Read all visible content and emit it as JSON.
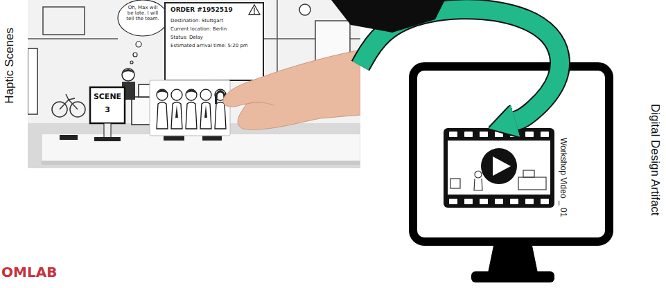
{
  "diagram": {
    "nodes": [
      {
        "text": [
          "Haptic Scenes"
        ]
      },
      {
        "text": [
          "Digital Design Artifact"
        ]
      },
      {
        "text": [
          "Workshop Video _ 01"
        ],
        "in": 1
      }
    ],
    "edges": [
      {
        "from": 0,
        "to": 2,
        "arrow": "to"
      }
    ],
    "labels": [
      "Oh, Max will be late. I will tell the team.",
      "SCENE 3",
      "ORDER #1952519",
      "Destination: Stuttgart",
      "Current location: Berlin",
      "Status: Delay",
      "Estimated arrival time: 5:20 pm",
      "OMLAB"
    ]
  }
}
